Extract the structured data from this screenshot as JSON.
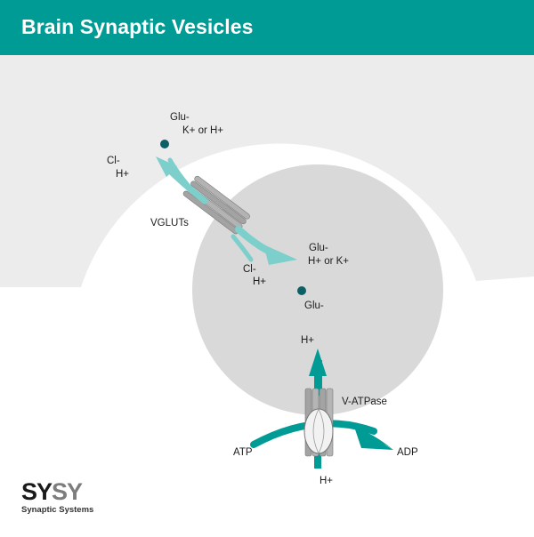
{
  "title": "Brain Synaptic Vesicles",
  "colors": {
    "header": "#009b94",
    "vesicle": "#d9d9d9",
    "cytoplasm_band": "#ececec",
    "teal_dark": "#009b94",
    "teal_light": "#7ccfcb",
    "glutamate_dot": "#0d5f66",
    "transporter_gray": "#9a9a9a"
  },
  "vglut": {
    "name": "VGLUTs",
    "outside_glu": "Glu-",
    "outside_cation": "K+ or H+",
    "outside_cl": "Cl-",
    "outside_h": "H+",
    "inside_glu": "Glu-",
    "inside_cation": "H+ or K+",
    "inside_cl": "Cl-",
    "inside_h": "H+",
    "lumen_glu": "Glu-"
  },
  "vatpase": {
    "name": "V-ATPase",
    "h_inside": "H+",
    "h_outside": "H+",
    "atp": "ATP",
    "adp": "ADP"
  },
  "logo": {
    "mark_left": "SY",
    "mark_right": "SY",
    "company": "Synaptic Systems"
  }
}
